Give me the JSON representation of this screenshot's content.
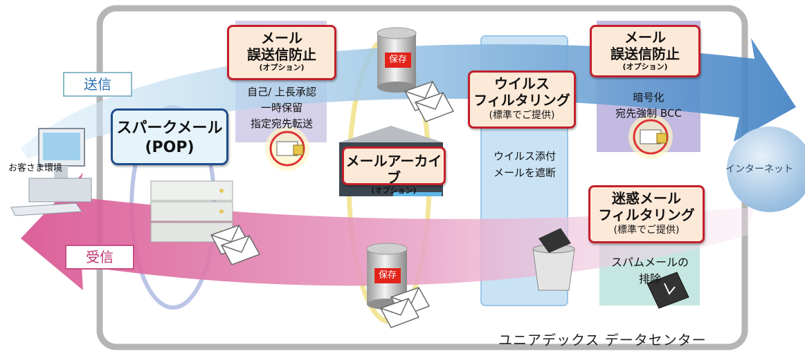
{
  "client": {
    "label": "お客さま環境"
  },
  "internet": {
    "label": "インターネット"
  },
  "datacenter": {
    "label": "ユニアデックス データセンター"
  },
  "flows": {
    "send": "送信",
    "receive": "受信"
  },
  "sparkmail": {
    "line1": "スパークメール",
    "line2": "(POP)"
  },
  "misdelivery_left": {
    "title1": "メール",
    "title2": "誤送信防止",
    "sub": "(オプション)",
    "features": [
      "自己/ 上長承認",
      "一時保留",
      "指定宛先転送"
    ]
  },
  "misdelivery_right": {
    "title1": "メール",
    "title2": "誤送信防止",
    "sub": "(オプション)",
    "features": [
      "暗号化",
      "宛先強制 BCC"
    ]
  },
  "archive": {
    "title": "メールアーカイブ",
    "sub": "(オプション)",
    "save_top": "保存",
    "save_bottom": "保存"
  },
  "virus": {
    "title1": "ウイルス",
    "title2": "フィルタリング",
    "sub": "(標準でご提供)",
    "desc": [
      "ウイルス添付",
      "メールを遮断"
    ]
  },
  "spam": {
    "title1": "迷惑メール",
    "title2": "フィルタリング",
    "sub": "(標準でご提供)",
    "desc": [
      "スパムメールの",
      "排除"
    ]
  },
  "colors": {
    "send_arrow": "#4f8cc9",
    "receive_arrow": "#d84f8d",
    "red_border": "#c31f2b",
    "blue_border": "#1e4e8c",
    "save_badge": "#e2231a"
  }
}
